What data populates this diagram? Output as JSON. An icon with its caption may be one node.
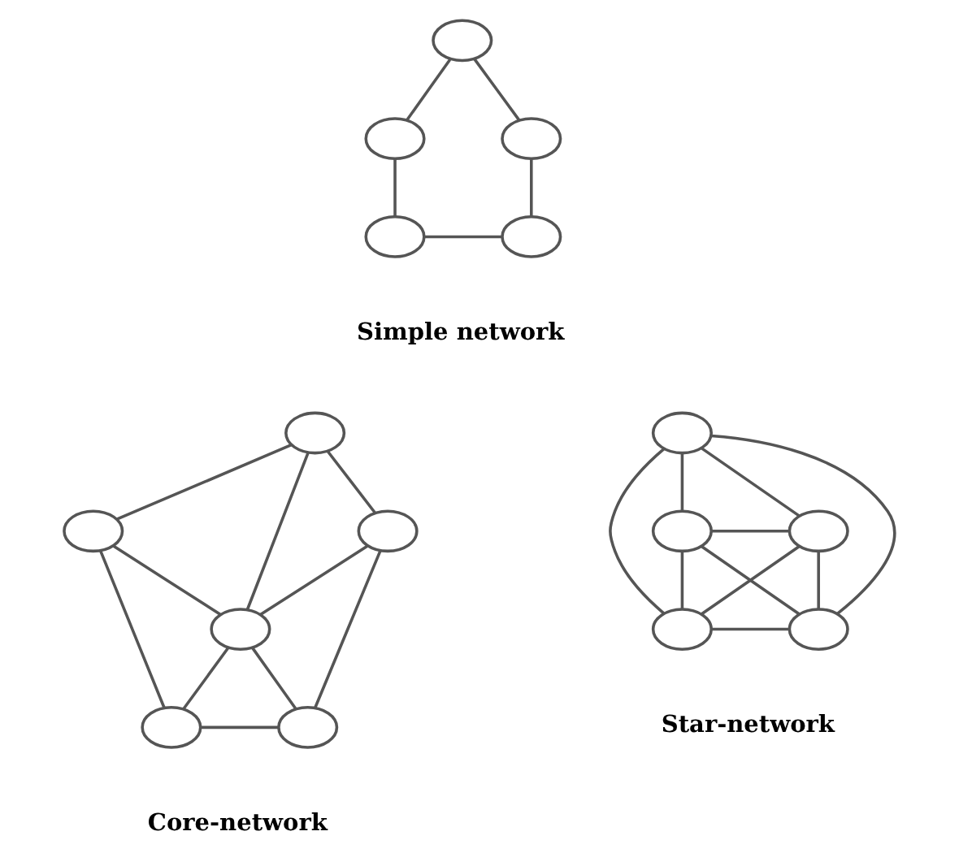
{
  "diagram": {
    "nodes": [
      {
        "text": [],
        "shape": "ellipse"
      },
      {
        "text": [],
        "shape": "ellipse"
      },
      {
        "text": [],
        "shape": "ellipse"
      },
      {
        "text": [],
        "shape": "ellipse"
      },
      {
        "text": [],
        "shape": "ellipse"
      },
      {
        "text": [],
        "shape": "ellipse"
      },
      {
        "text": [],
        "shape": "ellipse"
      },
      {
        "text": [],
        "shape": "ellipse"
      },
      {
        "text": [],
        "shape": "ellipse"
      },
      {
        "text": [],
        "shape": "ellipse"
      },
      {
        "text": [],
        "shape": "ellipse"
      },
      {
        "text": [],
        "shape": "ellipse"
      },
      {
        "text": [],
        "shape": "ellipse"
      },
      {
        "text": [],
        "shape": "ellipse"
      },
      {
        "text": [],
        "shape": "ellipse"
      },
      {
        "text": [],
        "shape": "ellipse"
      }
    ],
    "edges": [
      {
        "from": 0,
        "to": 1,
        "arrow": "none"
      },
      {
        "from": 0,
        "to": 2,
        "arrow": "none"
      },
      {
        "from": 1,
        "to": 3,
        "arrow": "none"
      },
      {
        "from": 2,
        "to": 4,
        "arrow": "none"
      },
      {
        "from": 3,
        "to": 4,
        "arrow": "none"
      },
      {
        "from": 5,
        "to": 6,
        "arrow": "none"
      },
      {
        "from": 5,
        "to": 7,
        "arrow": "none"
      },
      {
        "from": 5,
        "to": 8,
        "arrow": "none"
      },
      {
        "from": 6,
        "to": 8,
        "arrow": "none"
      },
      {
        "from": 7,
        "to": 8,
        "arrow": "none"
      },
      {
        "from": 6,
        "to": 9,
        "arrow": "none"
      },
      {
        "from": 7,
        "to": 10,
        "arrow": "none"
      },
      {
        "from": 8,
        "to": 9,
        "arrow": "none"
      },
      {
        "from": 8,
        "to": 10,
        "arrow": "none"
      },
      {
        "from": 9,
        "to": 10,
        "arrow": "none"
      },
      {
        "from": 11,
        "to": 12,
        "arrow": "none"
      },
      {
        "from": 11,
        "to": 13,
        "arrow": "none"
      },
      {
        "from": 11,
        "to": 14,
        "arrow": "none"
      },
      {
        "from": 11,
        "to": 15,
        "arrow": "none"
      },
      {
        "from": 12,
        "to": 13,
        "arrow": "none"
      },
      {
        "from": 12,
        "to": 14,
        "arrow": "none"
      },
      {
        "from": 12,
        "to": 15,
        "arrow": "none"
      },
      {
        "from": 13,
        "to": 14,
        "arrow": "none"
      },
      {
        "from": 13,
        "to": 15,
        "arrow": "none"
      },
      {
        "from": 14,
        "to": 15,
        "arrow": "none"
      }
    ],
    "labels": [
      "Simple network",
      "Core-network",
      "Star-network"
    ]
  }
}
